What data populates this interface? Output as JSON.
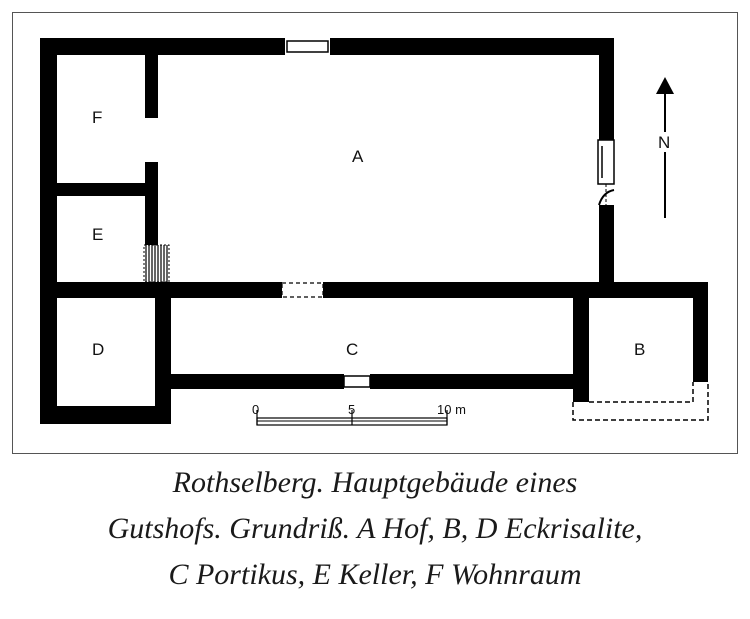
{
  "plan": {
    "rooms": {
      "a": "A",
      "b": "B",
      "c": "C",
      "d": "D",
      "e": "E",
      "f": "F"
    },
    "north_label": "N",
    "scale": {
      "tick_0": "0",
      "tick_5": "5",
      "tick_10": "10 m"
    }
  },
  "caption": {
    "line1": "Rothselberg. Hauptgebäude eines",
    "line2": "Gutshofs. Grundriß. A Hof, B, D Eckrisalite,",
    "line3": "C Portikus, E Keller, F Wohnraum"
  }
}
